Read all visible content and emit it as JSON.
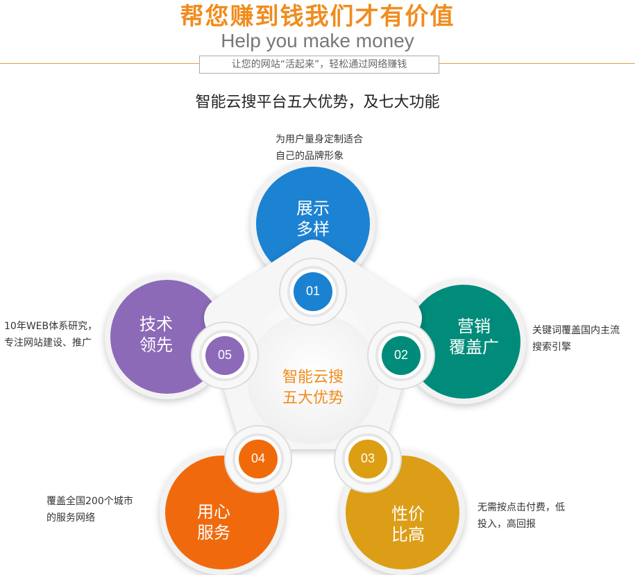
{
  "header": {
    "title_cn": "帮您赚到钱我们才有价值",
    "title_en": "Help you make money",
    "tagline": "让您的网站“活起来”，轻松通过网络赚钱",
    "subtitle": "智能云搜平台五大优势，及七大功能"
  },
  "center": {
    "line1": "智能云搜",
    "line2": "五大优势"
  },
  "advantages": [
    {
      "num": "01",
      "line1": "展示",
      "line2": "多样",
      "desc1": "为用户量身定制适合",
      "desc2": "自己的品牌形象"
    },
    {
      "num": "02",
      "line1": "营销",
      "line2": "覆盖广",
      "desc1": "关键词覆盖国内主流",
      "desc2": "搜索引擎"
    },
    {
      "num": "03",
      "line1": "性价",
      "line2": "比高",
      "desc1": "无需按点击付费，低",
      "desc2": "投入，高回报"
    },
    {
      "num": "04",
      "line1": "用心",
      "line2": "服务",
      "desc1": "覆盖全国200个城市",
      "desc2": "的服务网络"
    },
    {
      "num": "05",
      "line1": "技术",
      "line2": "领先",
      "desc1": "10年WEB体系研究，",
      "desc2": "专注网站建设、推广"
    }
  ],
  "colors": {
    "accent_orange": "#f08c1e",
    "blue": "#1b82d2",
    "teal": "#008b7a",
    "gold": "#dc9e12",
    "orange": "#f06a0a",
    "purple": "#8c6ab8",
    "divider": "#e0a040"
  }
}
